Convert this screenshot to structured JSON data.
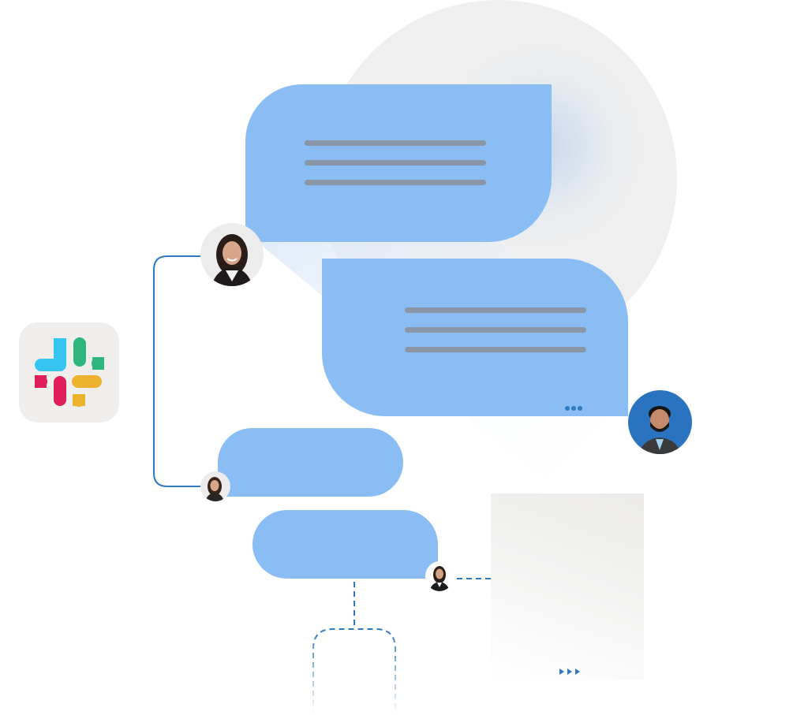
{
  "scene": {
    "accent_color": "#8bbdf5",
    "line_color": "#2f78c2",
    "app_icon": "slack-logo-icon",
    "messages": [
      {
        "kind": "text-lines",
        "lines": 3
      },
      {
        "kind": "text-lines",
        "lines": 3,
        "status": "typing-indicator"
      },
      {
        "kind": "empty"
      },
      {
        "kind": "empty"
      }
    ],
    "avatars": [
      "woman-avatar",
      "man-avatar",
      "woman-avatar-small",
      "woman-avatar-tiny"
    ],
    "doc_panel_icon": "play-arrows-icon"
  }
}
